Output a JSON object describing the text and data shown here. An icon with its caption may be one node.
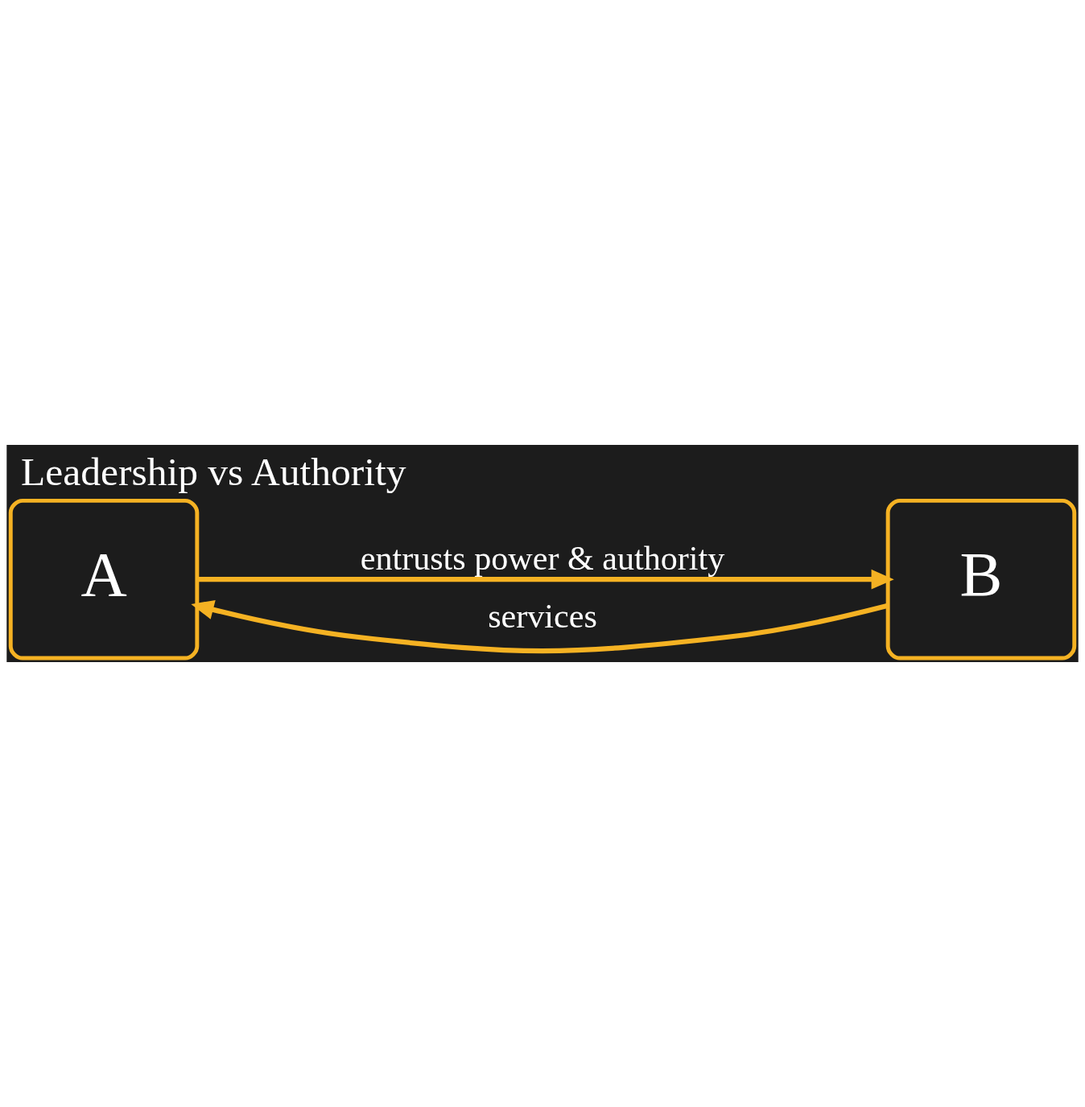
{
  "diagram": {
    "title": "Leadership vs Authority",
    "nodes": [
      {
        "text": [
          "A"
        ]
      },
      {
        "text": [
          "B"
        ]
      }
    ],
    "edges": [
      {
        "from": 0,
        "to": 1,
        "arrow": "to",
        "label": "entrusts power & authority"
      },
      {
        "from": 1,
        "to": 0,
        "arrow": "to",
        "label": "services"
      }
    ]
  }
}
